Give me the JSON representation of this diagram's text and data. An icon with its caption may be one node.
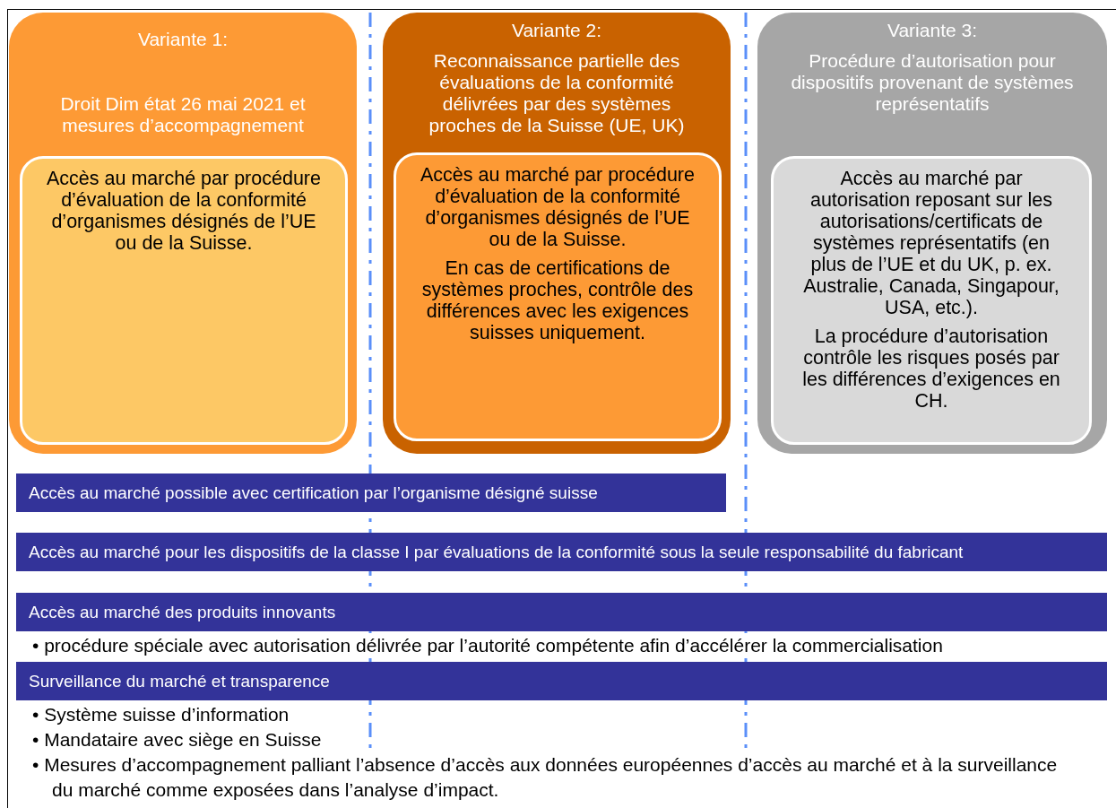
{
  "diagram": {
    "nodes": [
      {
        "text": [
          "Variante 1:",
          "Droit Dim état 26 mai 2021 et mesures d’accompagnement"
        ]
      },
      {
        "text": [
          "Accès au marché par procédure d’évaluation de la conformité d’organismes désignés de l’UE ou de la Suisse."
        ],
        "in": 0
      },
      {
        "text": [
          "Variante 2:",
          "Reconnaissance partielle des évaluations de la conformité délivrées par des systèmes proches de la Suisse (UE, UK)"
        ]
      },
      {
        "text": [
          "Accès au marché par procédure d’évaluation de la conformité d’organismes désignés de l’UE ou de la Suisse.",
          "En cas de certifications de systèmes proches, contrôle des différences avec les exigences suisses uniquement."
        ],
        "in": 2
      },
      {
        "text": [
          "Variante 3:",
          "Procédure d’autorisation pour dispositifs provenant de systèmes représentatifs"
        ]
      },
      {
        "text": [
          "Accès au marché par autorisation reposant sur les autorisations/certificats de systèmes représentatifs (en plus de l’UE et du UK, p. ex. Australie, Canada, Singapour, USA, etc.).",
          "La procédure d’autorisation contrôle les risques posés par les différences d’exigences en CH."
        ],
        "in": 4
      },
      {
        "text": [
          "Accès au marché possible avec certification par l’organisme désigné suisse"
        ]
      },
      {
        "text": [
          "Accès au marché pour les dispositifs de la classe I par évaluations de la conformité sous la seule responsabilité du fabricant"
        ]
      },
      {
        "text": [
          "Accès au marché des produits innovants"
        ],
        "beside": [
          "• procédure spéciale avec autorisation délivrée par l’autorité compétente afin d’accélérer la commercialisation"
        ]
      },
      {
        "text": [
          "Surveillance du marché et transparence"
        ],
        "beside": [
          "• Système suisse d’information",
          "• Mandataire avec siège en Suisse",
          "• Mesures d’accompagnement palliant l’absence d’accès aux données européennes d’accès au marché et à la surveillance du marché comme exposées dans l’analyse d’impact."
        ]
      }
    ]
  }
}
